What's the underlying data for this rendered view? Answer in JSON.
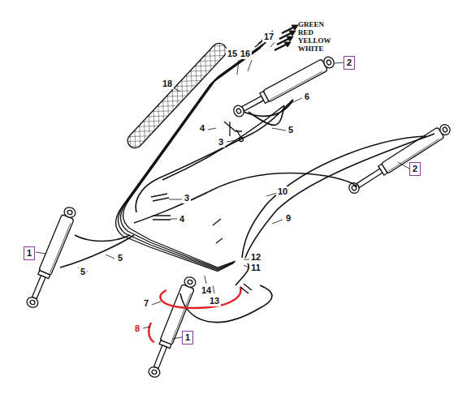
{
  "diagram": {
    "nodes": [
      {
        "text": [
          "2"
        ]
      },
      {
        "text": [
          "2"
        ]
      },
      {
        "text": [
          "1"
        ]
      },
      {
        "text": [
          "1"
        ]
      }
    ],
    "edges": [],
    "labels": [
      "GREEN",
      "RED",
      "YELLOW",
      "WHITE",
      "17",
      "15",
      "16",
      "18",
      "6",
      "4",
      "3",
      "5",
      "3",
      "4",
      "10",
      "9",
      "12",
      "11",
      "5",
      "5",
      "14",
      "13",
      "7",
      "8"
    ]
  }
}
